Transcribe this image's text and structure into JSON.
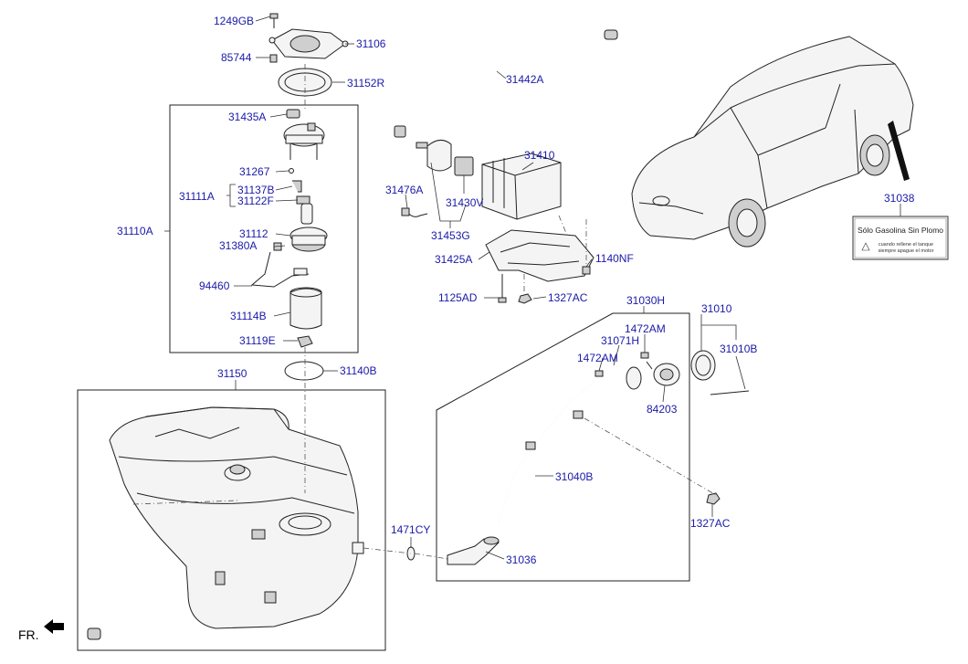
{
  "labels": {
    "l_1249GB": "1249GB",
    "l_85744": "85744",
    "l_31106": "31106",
    "l_31152R": "31152R",
    "l_31435A": "31435A",
    "l_31267": "31267",
    "l_31137B": "31137B",
    "l_31111A": "31111A",
    "l_31122F": "31122F",
    "l_31110A": "31110A",
    "l_31112": "31112",
    "l_31380A": "31380A",
    "l_94460": "94460",
    "l_31114B": "31114B",
    "l_31119E": "31119E",
    "l_31442A": "31442A",
    "l_31410": "31410",
    "l_31476A": "31476A",
    "l_31430V": "31430V",
    "l_31453G": "31453G",
    "l_31425A": "31425A",
    "l_1140NF": "1140NF",
    "l_1125AD": "1125AD",
    "l_1327AC_top": "1327AC",
    "l_31038": "31038",
    "l_31030H": "31030H",
    "l_1472AM_a": "1472AM",
    "l_31071H": "31071H",
    "l_1472AM_b": "1472AM",
    "l_31010": "31010",
    "l_31010B": "31010B",
    "l_84203": "84203",
    "l_31150": "31150",
    "l_31140B": "31140B",
    "l_31040B": "31040B",
    "l_1471CY": "1471CY",
    "l_31036": "31036",
    "l_1327AC_bot": "1327AC",
    "fr": "FR."
  },
  "sticker": {
    "title": "Sólo Gasolina Sin Plomo",
    "line1": "cuando rellene el tanque",
    "line2": "siempre apague el motor"
  }
}
